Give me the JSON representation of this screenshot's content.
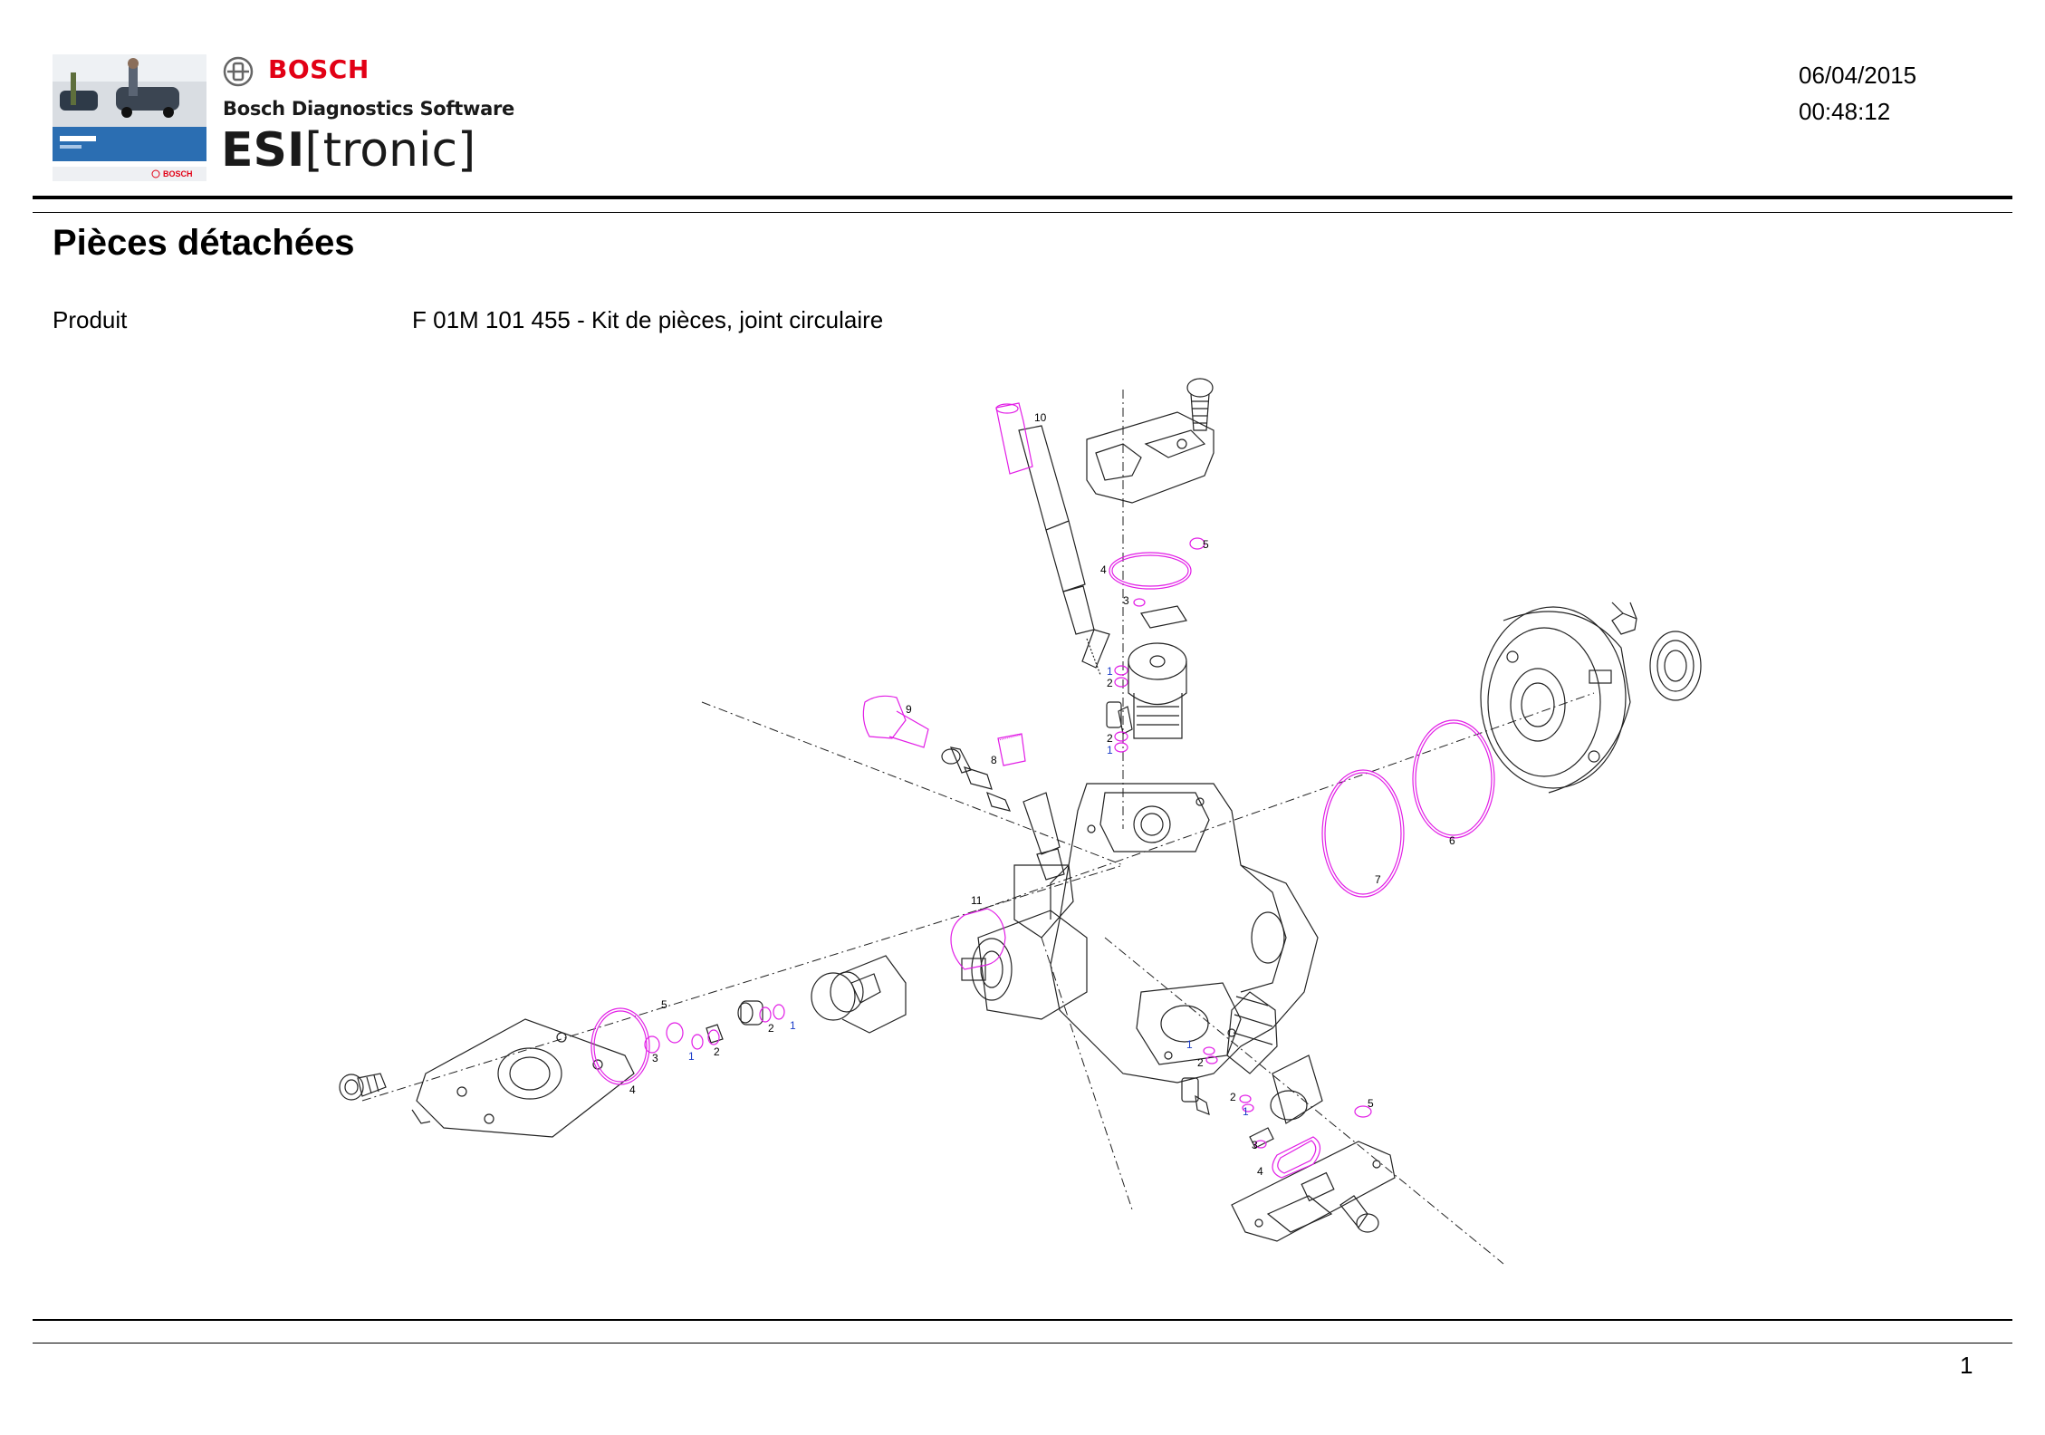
{
  "header": {
    "brand": "BOSCH",
    "software": "Bosch Diagnostics Software",
    "product_bold": "ESI",
    "product_rest": "[tronic]",
    "date": "06/04/2015",
    "time": "00:48:12"
  },
  "page": {
    "title": "Pièces détachées",
    "product_label": "Produit",
    "product_value": "F 01M 101 455 - Kit de pièces, joint circulaire",
    "page_number": "1"
  },
  "diagram": {
    "callouts": {
      "n1": "1",
      "n2": "2",
      "n3": "3",
      "n4": "4",
      "n5": "5",
      "n6": "6",
      "n7": "7",
      "n8": "8",
      "n9": "9",
      "n10": "10",
      "n11": "11"
    },
    "colors": {
      "line": "#222222",
      "highlight": "#e21ee6",
      "ref_blue": "#1a3cc8"
    }
  }
}
